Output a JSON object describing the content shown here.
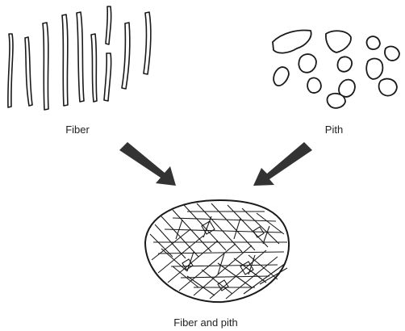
{
  "labels": {
    "fiber": "Fiber",
    "pith": "Pith",
    "combined": "Fiber and pith"
  },
  "colors": {
    "ink": "#1a1a1a",
    "arrow": "#333333",
    "text": "#222222"
  }
}
